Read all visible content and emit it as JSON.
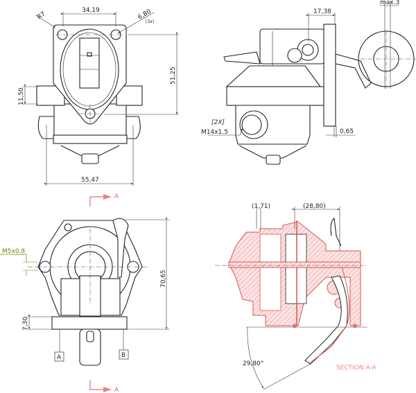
{
  "views": {
    "front": {
      "radius_label": "R7",
      "width_top": "34,19",
      "hole_dia": "6,80",
      "hole_count": "[3x]",
      "height_holes": "51,25",
      "flange_thickness": "11,50",
      "body_width": "55,47"
    },
    "side": {
      "offset": "17,38",
      "max_label": "max.3",
      "port_count": "[2X]",
      "thread": "M14x1.5",
      "gap": "0,65"
    },
    "bottom": {
      "thread": "M5x0.8",
      "height": "70,65",
      "base_thickness": "7,30",
      "datum_a": "A",
      "datum_b": "B",
      "section_arrow_top": "A",
      "section_arrow_bottom": "A"
    },
    "section": {
      "dim_small": "(1,71)",
      "dim_large": "(28,80)",
      "angle": "29,80°",
      "title": "SECTION A-A"
    }
  },
  "colors": {
    "section_hatch": "#d9534f",
    "thread_callout": "#7a7a00",
    "section_label": "#e88888"
  }
}
